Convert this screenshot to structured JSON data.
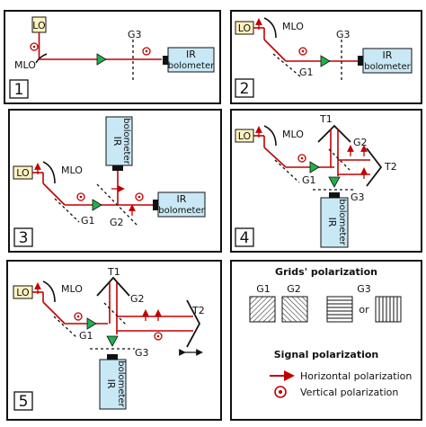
{
  "labels": {
    "lo": "LO",
    "mlo": "MLO",
    "g1": "G1",
    "g2": "G2",
    "g3": "G3",
    "t1": "T1",
    "t2": "T2",
    "ir": "IR",
    "bolometer": "bolometer"
  },
  "panel_numbers": [
    "1",
    "2",
    "3",
    "4",
    "5"
  ],
  "legend": {
    "grids_title": "Grids' polarization",
    "grid_names": [
      "G1",
      "G2",
      "G3"
    ],
    "or_text": "or",
    "signal_title": "Signal polarization",
    "horizontal": "Horizontal polarization",
    "vertical": "Vertical polarization"
  },
  "colors": {
    "beam": "#c00000",
    "arrow_green": "#22b14c",
    "bolometer_fill": "#c9e8f5",
    "lo_fill": "#fff2c0"
  }
}
